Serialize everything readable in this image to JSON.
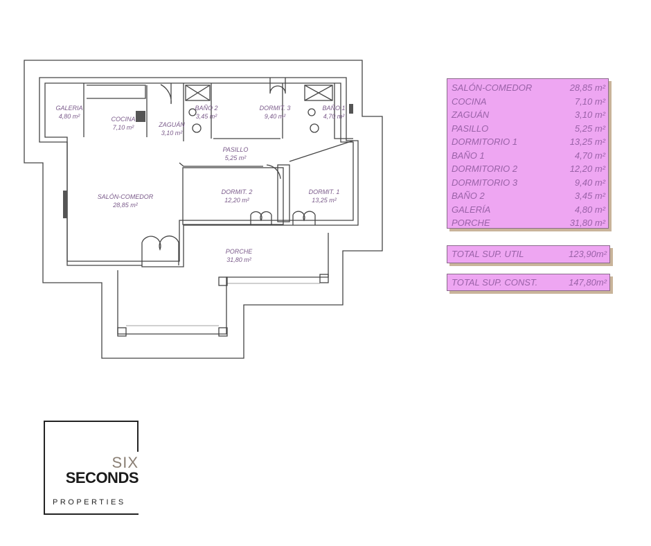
{
  "plan": {
    "rooms": {
      "galeria": {
        "name": "GALERIA",
        "area": "4,80 m²"
      },
      "cocina": {
        "name": "COCINA",
        "area": "7,10 m²"
      },
      "zaguan": {
        "name": "ZAGUÁN",
        "area": "3,10 m²"
      },
      "bano2": {
        "name": "BAÑO 2",
        "area": "3,45 m²"
      },
      "dormit3": {
        "name": "DORMIT. 3",
        "area": "9,40 m²"
      },
      "bano1": {
        "name": "BAÑO 1",
        "area": "4,70 m²"
      },
      "pasillo": {
        "name": "PASILLO",
        "area": "5,25 m²"
      },
      "salon": {
        "name": "SALÓN-COMEDOR",
        "area": "28,85 m²"
      },
      "dormit2": {
        "name": "DORMIT. 2",
        "area": "12,20 m²"
      },
      "dormit1": {
        "name": "DORMIT. 1",
        "area": "13,25 m²"
      },
      "porche": {
        "name": "PORCHE",
        "area": "31,80 m²"
      }
    }
  },
  "table": {
    "rows": [
      {
        "name": "SALÓN-COMEDOR",
        "area": "28,85 m²"
      },
      {
        "name": "COCINA",
        "area": "7,10 m²"
      },
      {
        "name": "ZAGUÁN",
        "area": "3,10 m²"
      },
      {
        "name": "PASILLO",
        "area": "5,25 m²"
      },
      {
        "name": "DORMITORIO 1",
        "area": "13,25 m²"
      },
      {
        "name": "BAÑO 1",
        "area": "4,70 m²"
      },
      {
        "name": "DORMITORIO 2",
        "area": "12,20 m²"
      },
      {
        "name": "DORMITORIO 3",
        "area": "9,40 m²"
      },
      {
        "name": "BAÑO 2",
        "area": "3,45 m²"
      },
      {
        "name": "GALERÍA",
        "area": "4,80 m²"
      },
      {
        "name": "PORCHE",
        "area": "31,80 m²"
      }
    ],
    "total_util": {
      "label": "TOTAL SUP. UTIL",
      "value": "123,90m²"
    },
    "total_const": {
      "label": "TOTAL SUP. CONST.",
      "value": "147,80m²"
    }
  },
  "logo": {
    "line1": "SIX",
    "line2": "SECONDS",
    "line3": "PROPERTIES"
  },
  "colors": {
    "table_bg": "#eea6f2",
    "table_text": "#9a62a8",
    "wall": "#444444"
  }
}
